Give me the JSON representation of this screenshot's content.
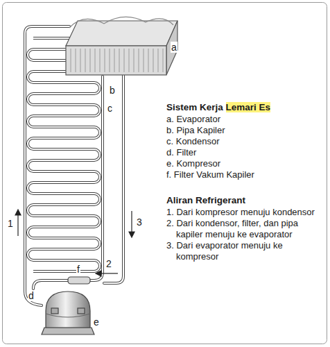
{
  "diagram": {
    "title": "Sistem Kerja Lemari Es",
    "labels": [
      "a",
      "b",
      "c",
      "1",
      "3",
      "2",
      "f",
      "d",
      "e",
      "a. Evaporator",
      "b. Pipa Kapiler",
      "c. Kondensor",
      "d. Filter",
      "e. Kompresor",
      "f. Filter Vakum Kapiler",
      "Aliran Refrigerant",
      "1. Dari kompresor menuju kondensor",
      "2. Dari kondensor, filter, dan pipa kapiler menuju ke evaporator",
      "3. Dari evaporator menuju ke kompresor"
    ]
  }
}
